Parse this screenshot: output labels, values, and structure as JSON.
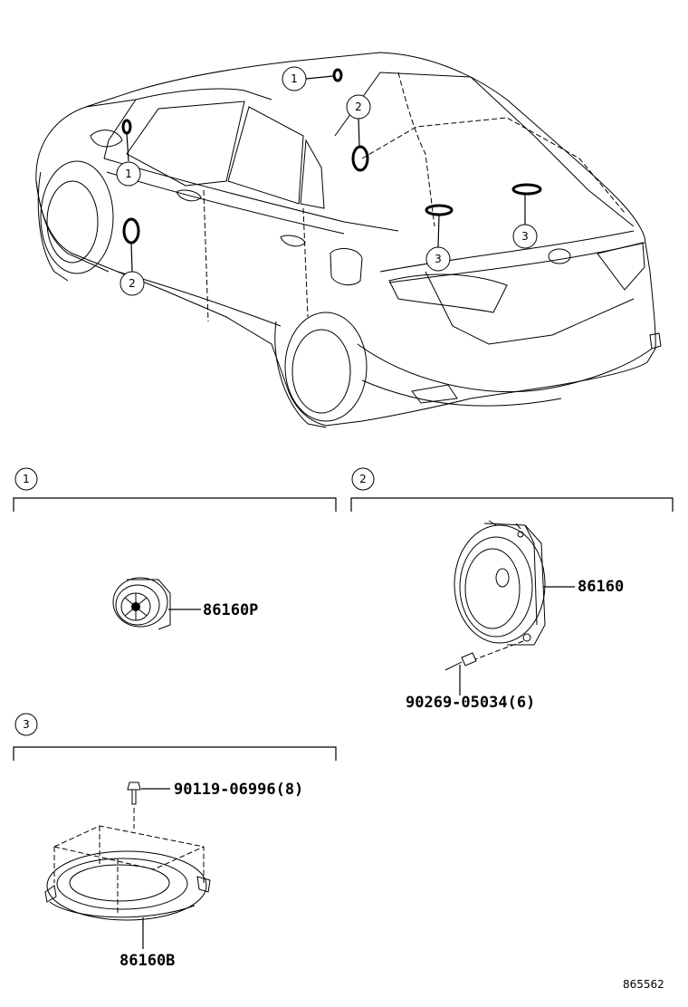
{
  "callouts": {
    "c1": "1",
    "c2": "2",
    "c3": "3"
  },
  "sections": [
    {
      "number": "1",
      "parts": [
        "86160P"
      ]
    },
    {
      "number": "2",
      "parts": [
        "86160",
        "90269-05034(6)"
      ]
    },
    {
      "number": "3",
      "parts": [
        "90119-06996(8)",
        "86160B"
      ]
    }
  ],
  "parts": {
    "tweeter": "86160P",
    "door_speaker": "86160",
    "door_rivet": "90269-05034(6)",
    "rear_screw": "90119-06996(8)",
    "rear_speaker": "86160B"
  },
  "reference_number": "865562"
}
